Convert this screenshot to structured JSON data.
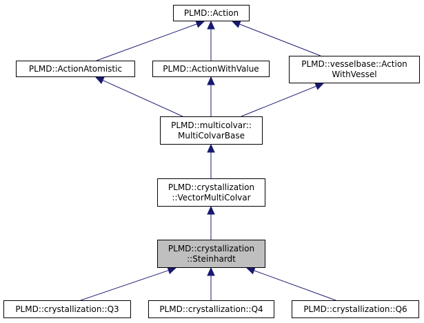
{
  "diagram": {
    "type": "class-inheritance-graph",
    "colors": {
      "edge": "#191970",
      "current_fill": "#bfbfbf",
      "node_fill": "#ffffff",
      "border": "#000000"
    },
    "nodes": [
      {
        "id": "action",
        "lines": [
          "PLMD::Action"
        ],
        "current": false
      },
      {
        "id": "action-atomistic",
        "lines": [
          "PLMD::ActionAtomistic"
        ],
        "current": false
      },
      {
        "id": "action-with-value",
        "lines": [
          "PLMD::ActionWithValue"
        ],
        "current": false
      },
      {
        "id": "action-with-vessel",
        "lines": [
          "PLMD::vesselbase::Action",
          "WithVessel"
        ],
        "current": false
      },
      {
        "id": "multi-colvar-base",
        "lines": [
          "PLMD::multicolvar::",
          "MultiColvarBase"
        ],
        "current": false
      },
      {
        "id": "vector-multi-colvar",
        "lines": [
          "PLMD::crystallization",
          "::VectorMultiColvar"
        ],
        "current": false
      },
      {
        "id": "steinhardt",
        "lines": [
          "PLMD::crystallization",
          "::Steinhardt"
        ],
        "current": true
      },
      {
        "id": "q3",
        "lines": [
          "PLMD::crystallization::Q3"
        ],
        "current": false
      },
      {
        "id": "q4",
        "lines": [
          "PLMD::crystallization::Q4"
        ],
        "current": false
      },
      {
        "id": "q6",
        "lines": [
          "PLMD::crystallization::Q6"
        ],
        "current": false
      }
    ],
    "edges": [
      {
        "from": "action-atomistic",
        "to": "action"
      },
      {
        "from": "action-with-value",
        "to": "action"
      },
      {
        "from": "action-with-vessel",
        "to": "action"
      },
      {
        "from": "multi-colvar-base",
        "to": "action-atomistic"
      },
      {
        "from": "multi-colvar-base",
        "to": "action-with-value"
      },
      {
        "from": "multi-colvar-base",
        "to": "action-with-vessel"
      },
      {
        "from": "vector-multi-colvar",
        "to": "multi-colvar-base"
      },
      {
        "from": "steinhardt",
        "to": "vector-multi-colvar"
      },
      {
        "from": "q3",
        "to": "steinhardt"
      },
      {
        "from": "q4",
        "to": "steinhardt"
      },
      {
        "from": "q6",
        "to": "steinhardt"
      }
    ]
  }
}
